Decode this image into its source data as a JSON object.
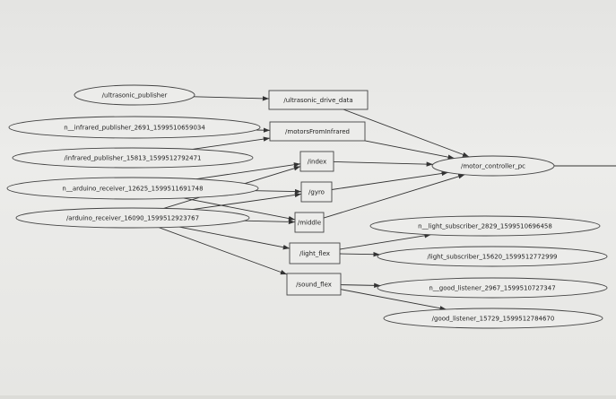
{
  "nodes": [
    {
      "id": "n1",
      "label": "/ultrasonic_publisher",
      "shape": "ellipse"
    },
    {
      "id": "n2",
      "label": "n__infrared_publisher_2691_1599510659034",
      "shape": "ellipse"
    },
    {
      "id": "n3",
      "label": "/infrared_publisher_15813_1599512792471",
      "shape": "ellipse"
    },
    {
      "id": "n4",
      "label": "n__arduino_receiver_12625_1599511691748",
      "shape": "ellipse"
    },
    {
      "id": "n5",
      "label": "/arduino_receiver_16090_1599512923767",
      "shape": "ellipse"
    },
    {
      "id": "t1",
      "label": "/ultrasonic_drive_data",
      "shape": "box"
    },
    {
      "id": "t2",
      "label": "/motorsFromInfrared",
      "shape": "box"
    },
    {
      "id": "t3",
      "label": "/index",
      "shape": "box"
    },
    {
      "id": "t4",
      "label": "/gyro",
      "shape": "box"
    },
    {
      "id": "t5",
      "label": "/middle",
      "shape": "box"
    },
    {
      "id": "t6",
      "label": "/light_flex",
      "shape": "box"
    },
    {
      "id": "t7",
      "label": "/sound_flex",
      "shape": "box"
    },
    {
      "id": "m1",
      "label": "/motor_controller_pc",
      "shape": "ellipse"
    },
    {
      "id": "s1",
      "label": "n__light_subscriber_2829_1599510696458",
      "shape": "ellipse"
    },
    {
      "id": "s2",
      "label": "/light_subscriber_15620_1599512772999",
      "shape": "ellipse"
    },
    {
      "id": "s3",
      "label": "n__good_listener_2967_1599510727347",
      "shape": "ellipse"
    },
    {
      "id": "s4",
      "label": "/good_listener_15729_1599512784670",
      "shape": "ellipse"
    }
  ],
  "edges": [
    [
      "n1",
      "t1"
    ],
    [
      "n2",
      "t2"
    ],
    [
      "n3",
      "t2"
    ],
    [
      "n4",
      "t3"
    ],
    [
      "n4",
      "t4"
    ],
    [
      "n4",
      "t5"
    ],
    [
      "n5",
      "t3"
    ],
    [
      "n5",
      "t4"
    ],
    [
      "n5",
      "t5"
    ],
    [
      "n5",
      "t6"
    ],
    [
      "n5",
      "t7"
    ],
    [
      "t1",
      "m1"
    ],
    [
      "t2",
      "m1"
    ],
    [
      "t3",
      "m1"
    ],
    [
      "t4",
      "m1"
    ],
    [
      "t5",
      "m1"
    ],
    [
      "t6",
      "s1"
    ],
    [
      "t6",
      "s2"
    ],
    [
      "t7",
      "s3"
    ],
    [
      "t7",
      "s4"
    ]
  ]
}
